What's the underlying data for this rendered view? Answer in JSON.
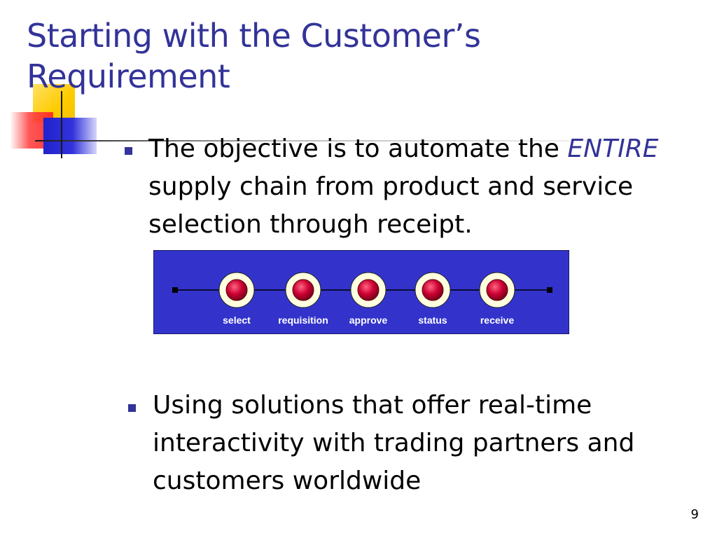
{
  "slide": {
    "title": "Starting with the Customer’s Requirement",
    "bullets": [
      {
        "before_emphasis": "The objective is to automate the ",
        "emphasis": "ENTIRE",
        "after_emphasis": " supply chain from product and service selection through receipt."
      },
      {
        "text": "Using solutions that offer real-time interactivity with trading partners and customers worldwide"
      }
    ],
    "page_number": "9"
  },
  "diagram": {
    "steps": [
      "select",
      "requisition",
      "approve",
      "status",
      "receive"
    ],
    "colors": {
      "panel": "#3333cc",
      "node_fill": "#cc0033",
      "node_ring": "#ffffe0",
      "line": "#000000"
    }
  },
  "theme": {
    "title_color": "#333399",
    "bullet_color": "#333399",
    "text_color": "#000000"
  }
}
